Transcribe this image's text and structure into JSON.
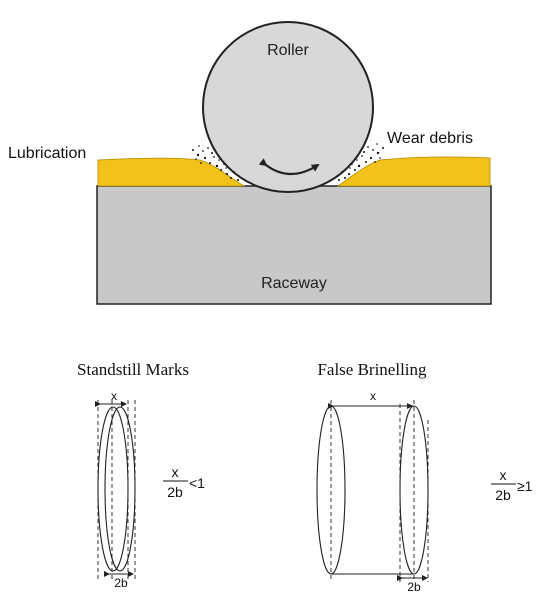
{
  "top_diagram": {
    "roller_label": "Roller",
    "lubrication_label": "Lubrication",
    "wear_debris_label": "Wear debris",
    "raceway_label": "Raceway",
    "colors": {
      "roller_fill": "#d8d8d8",
      "lubrication_fill": "#f2c21a",
      "raceway_fill": "#c8c8c8",
      "stroke": "#222222"
    }
  },
  "left_panel": {
    "title": "Standstill Marks",
    "x_label": "x",
    "b_label": "2b",
    "ratio_numerator": "x",
    "ratio_denominator": "2b",
    "ratio_relation": "<1"
  },
  "right_panel": {
    "title": "False Brinelling",
    "x_label": "x",
    "b_label": "2b",
    "ratio_numerator": "x",
    "ratio_denominator": "2b",
    "ratio_relation": "≥1"
  }
}
